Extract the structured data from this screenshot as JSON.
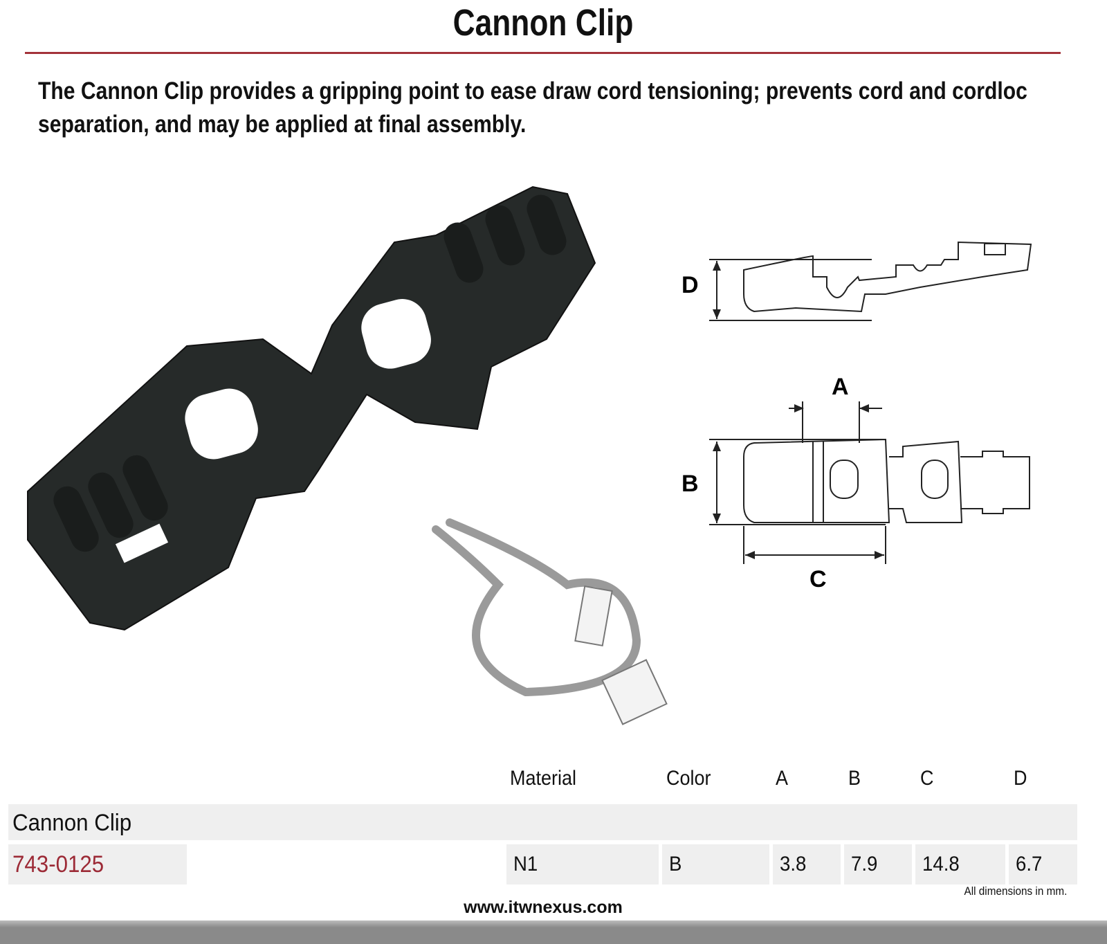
{
  "header": {
    "title": "Cannon Clip",
    "description": "The Cannon Clip provides a gripping point to ease draw cord tensioning; prevents cord and cordloc separation, and may be applied at final assembly."
  },
  "diagram": {
    "labels": {
      "a": "A",
      "b": "B",
      "c": "C",
      "d": "D"
    }
  },
  "table": {
    "headers": [
      "Material",
      "Color",
      "A",
      "B",
      "C",
      "D"
    ],
    "group_label": "Cannon Clip",
    "rows": [
      {
        "part_number": "743-0125",
        "material": "N1",
        "color": "B",
        "a": "3.8",
        "b": "7.9",
        "c": "14.8",
        "d": "6.7"
      }
    ],
    "note": "All dimensions in mm."
  },
  "footer": {
    "website": "www.itwnexus.com"
  },
  "colors": {
    "accent": "#a3333a",
    "part_number": "#9c2a36",
    "band": "#efefef"
  }
}
